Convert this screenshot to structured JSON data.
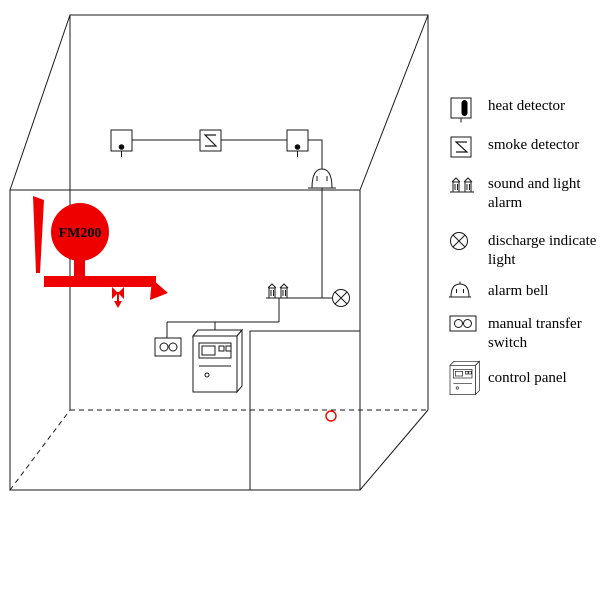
{
  "diagram": {
    "tank_label": "FM200",
    "colors": {
      "red": "#ee0000",
      "line": "#1a1a1a"
    }
  },
  "legend": {
    "items": [
      {
        "label": "heat detector"
      },
      {
        "label": "smoke detector"
      },
      {
        "label": "sound and light alarm"
      },
      {
        "label": "discharge indicate light"
      },
      {
        "label": "alarm bell"
      },
      {
        "label": "manual transfer switch"
      },
      {
        "label": "control panel"
      }
    ]
  }
}
